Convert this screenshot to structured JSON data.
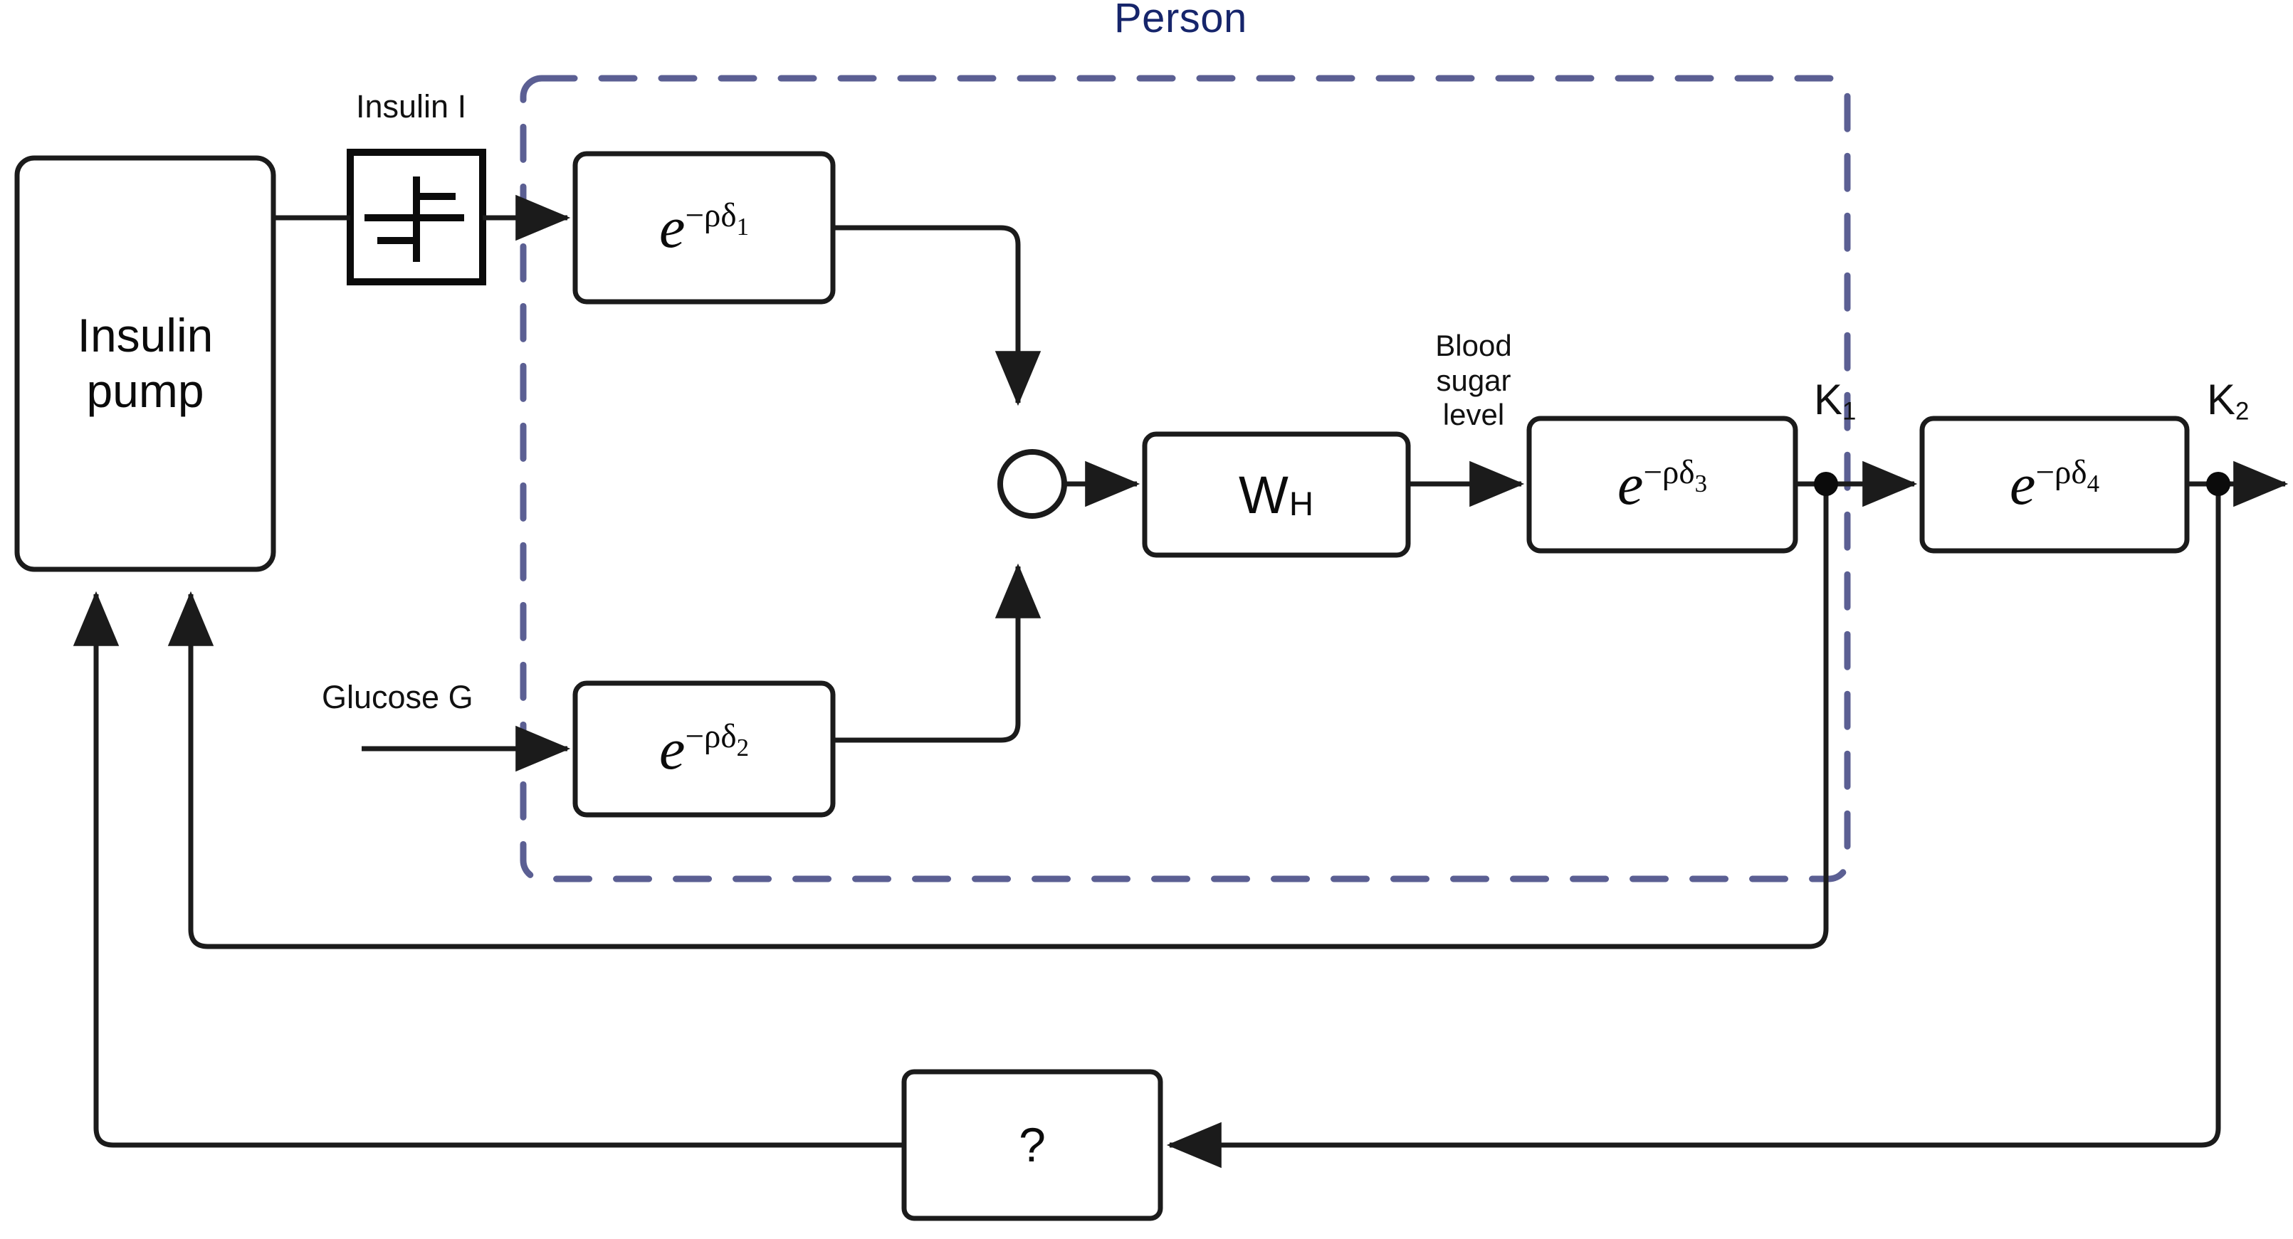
{
  "diagram": {
    "title": "Person",
    "title_color": "#16256b",
    "boundary_color": "#5b5f93",
    "line_color": "#1b1b1b",
    "background": "#ffffff"
  },
  "blocks": {
    "insulin_pump": {
      "line1": "Insulin",
      "line2": "pump"
    },
    "quantizer": {
      "icon": "quantizer-staircase-icon"
    },
    "delay1": {
      "base": "e",
      "exponent": "−ρδ",
      "index": "1"
    },
    "delay2": {
      "base": "e",
      "exponent": "−ρδ",
      "index": "2"
    },
    "delay3": {
      "base": "e",
      "exponent": "−ρδ",
      "index": "3"
    },
    "delay4": {
      "base": "e",
      "exponent": "−ρδ",
      "index": "4"
    },
    "human": {
      "symbol": "W",
      "subscript": "H"
    },
    "unknown_controller": {
      "label": "?"
    },
    "summing_junction": {
      "label": ""
    }
  },
  "signals": {
    "insulin_in": "Insulin  I",
    "glucose_in": "Glucose G",
    "blood_sugar": {
      "line1": "Blood",
      "line2": "sugar",
      "line3": "level"
    },
    "node_k1": {
      "symbol": "K",
      "index": "1"
    },
    "node_k2": {
      "symbol": "K",
      "index": "2"
    }
  }
}
